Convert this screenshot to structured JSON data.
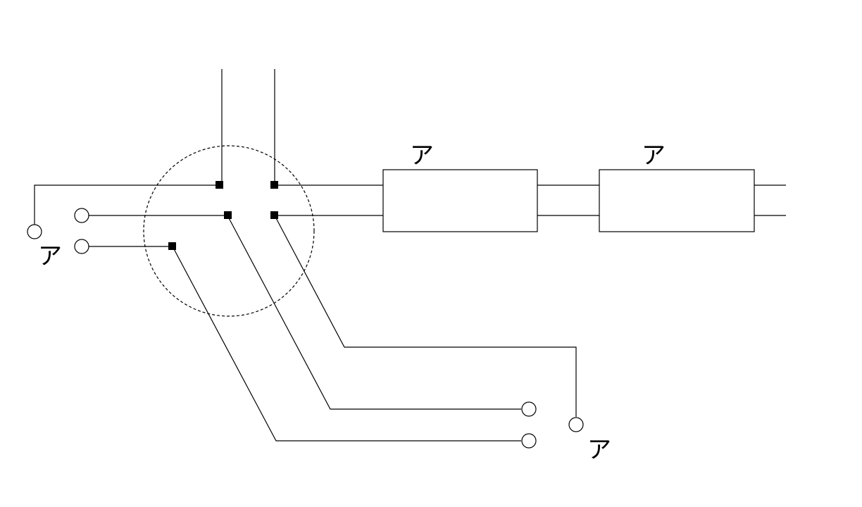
{
  "labels": {
    "left_terminal": "ア",
    "box_1": "ア",
    "box_2": "ア",
    "bottom_terminal": "ア"
  },
  "colors": {
    "line": "#000000",
    "background": "#ffffff"
  }
}
